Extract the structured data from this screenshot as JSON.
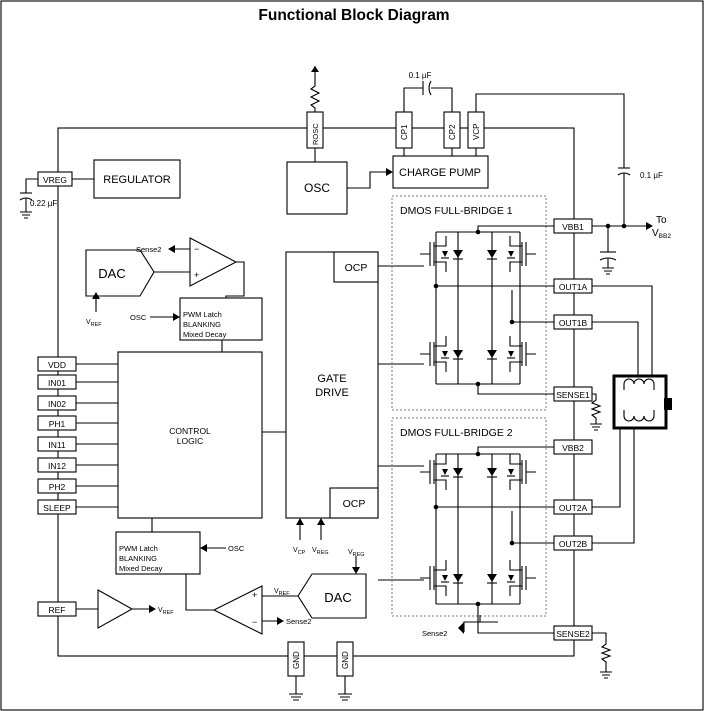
{
  "title": "Functional Block Diagram",
  "blocks": {
    "regulator": "REGULATOR",
    "osc": "OSC",
    "charge_pump": "CHARGE PUMP",
    "dac_top": "DAC",
    "dac_bottom": "DAC",
    "ocp_top": "OCP",
    "ocp_bottom": "OCP",
    "gate_drive_1": "GATE",
    "gate_drive_2": "DRIVE",
    "control_logic_1": "CONTROL",
    "control_logic_2": "LOGIC",
    "pwm_top": [
      "PWM Latch",
      "BLANKING",
      "Mixed Decay"
    ],
    "pwm_bottom": [
      "PWM Latch",
      "BLANKING",
      "Mixed Decay"
    ],
    "bridge1": "DMOS FULL-BRIDGE 1",
    "bridge2": "DMOS FULL-BRIDGE 2"
  },
  "pins_left": [
    "VREG",
    "VDD",
    "IN01",
    "IN02",
    "PH1",
    "IN11",
    "IN12",
    "PH2",
    "SLEEP",
    "REF"
  ],
  "pins_top": [
    "ROSC",
    "CP1",
    "CP2",
    "VCP"
  ],
  "pins_right": [
    "VBB1",
    "OUT1A",
    "OUT1B",
    "SENSE1",
    "VBB2",
    "OUT2A",
    "OUT2B",
    "SENSE2"
  ],
  "pins_bottom": [
    "GND",
    "GND"
  ],
  "labels": {
    "cap_top": "0.1 µF",
    "cap_right": "0.1 µF",
    "cap_left": "0.22 µF",
    "to": "To",
    "vbb2": "V",
    "vbb2_sub": "BB2",
    "sense2_top": "Sense2",
    "sense2_dac": "Sense2",
    "sense2_bottom": "Sense2",
    "osc_in_1": "OSC",
    "osc_in_2": "OSC",
    "v": "V",
    "ref_sub": "REF",
    "cp_sub": "CP",
    "reg_sub": "REG"
  }
}
